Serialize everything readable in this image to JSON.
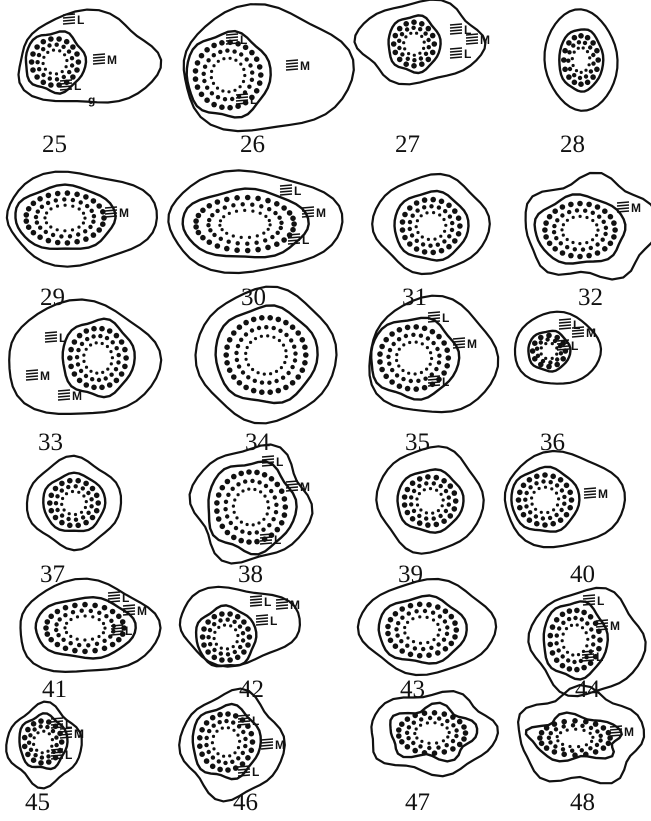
{
  "figures": [
    {
      "number": "25",
      "labels": [
        "L",
        "M",
        "L",
        "g"
      ]
    },
    {
      "number": "26",
      "labels": [
        "L",
        "M",
        "L"
      ]
    },
    {
      "number": "27",
      "labels": [
        "L",
        "M",
        "L"
      ]
    },
    {
      "number": "28",
      "labels": []
    },
    {
      "number": "29",
      "labels": [
        "M"
      ]
    },
    {
      "number": "30",
      "labels": [
        "L",
        "M",
        "L"
      ]
    },
    {
      "number": "31",
      "labels": []
    },
    {
      "number": "32",
      "labels": [
        "M"
      ]
    },
    {
      "number": "33",
      "labels": [
        "L",
        "M",
        "M"
      ]
    },
    {
      "number": "34",
      "labels": []
    },
    {
      "number": "35",
      "labels": [
        "L",
        "M",
        "L"
      ]
    },
    {
      "number": "36",
      "labels": [
        "L",
        "M",
        "L"
      ]
    },
    {
      "number": "37",
      "labels": []
    },
    {
      "number": "38",
      "labels": [
        "L",
        "M",
        "L"
      ]
    },
    {
      "number": "39",
      "labels": []
    },
    {
      "number": "40",
      "labels": [
        "M"
      ]
    },
    {
      "number": "41",
      "labels": [
        "L",
        "M",
        "L"
      ]
    },
    {
      "number": "42",
      "labels": [
        "L",
        "M",
        "L"
      ]
    },
    {
      "number": "43",
      "labels": []
    },
    {
      "number": "44",
      "labels": [
        "L",
        "M",
        "L"
      ]
    },
    {
      "number": "45",
      "labels": [
        "L",
        "M",
        "L"
      ]
    },
    {
      "number": "46",
      "labels": [
        "L",
        "M",
        "L"
      ]
    },
    {
      "number": "47",
      "labels": []
    },
    {
      "number": "48",
      "labels": [
        "M"
      ]
    }
  ]
}
